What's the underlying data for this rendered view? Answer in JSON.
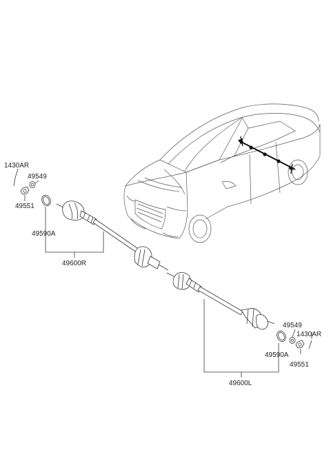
{
  "diagram": {
    "left_labels": {
      "bolt": "1430AR",
      "washer": "49549",
      "nut": "49551",
      "ring": "49590A",
      "shaft": "49600R"
    },
    "right_labels": {
      "washer": "49549",
      "bolt": "1430AR",
      "ring": "49590A",
      "nut": "49551",
      "shaft": "49600L"
    }
  }
}
